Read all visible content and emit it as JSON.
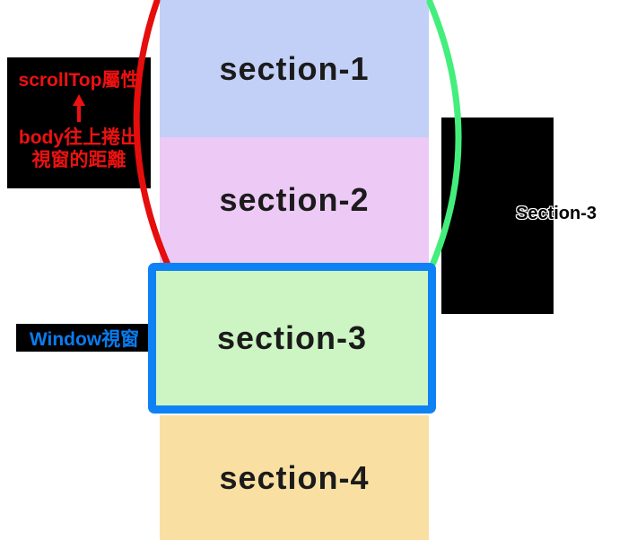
{
  "diagram": {
    "sections": [
      {
        "label": "section-1",
        "color": "#c2cff7"
      },
      {
        "label": "section-2",
        "color": "#edc9f6"
      },
      {
        "label": "section-3",
        "color": "#cdf5c3"
      },
      {
        "label": "section-4",
        "color": "#f9e0a2"
      }
    ],
    "scrolltop_note": {
      "title": "scrollTop屬性",
      "desc_line1": "body往上捲出",
      "desc_line2": "視窗的距離",
      "text_color": "#ee1111",
      "bg_color": "#000000",
      "arrow_icon": "up-arrow"
    },
    "window_note": {
      "label": "Window視窗",
      "text_color": "#0a7cf0",
      "bg_color": "#000000"
    },
    "section_note": {
      "label": "Section-3",
      "bg_color": "#000000"
    },
    "colors": {
      "red_bracket": "#e60d0d",
      "green_bracket": "#44ee7c",
      "window_border": "#0e82f5"
    }
  }
}
